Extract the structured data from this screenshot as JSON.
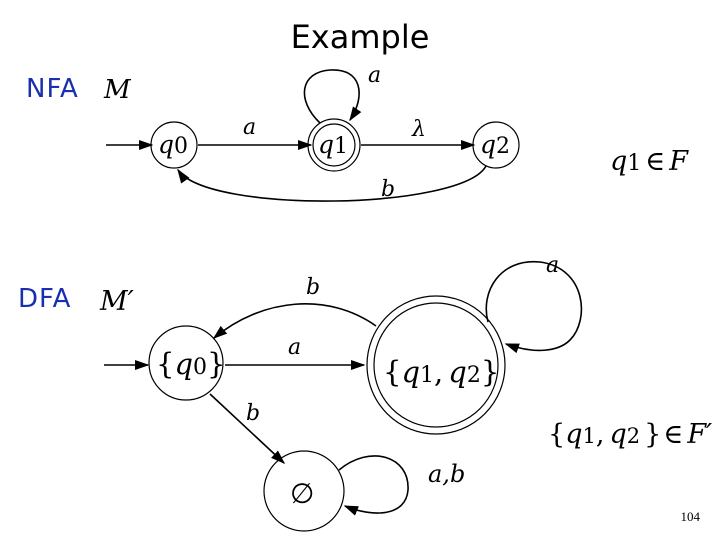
{
  "title": "Example",
  "nfa": {
    "tag": "NFA",
    "machine": "M",
    "states": [
      {
        "name": "q0",
        "base": "q",
        "sub": "0"
      },
      {
        "name": "q1",
        "base": "q",
        "sub": "1"
      },
      {
        "name": "q2",
        "base": "q",
        "sub": "2"
      }
    ],
    "edge_labels": {
      "q0_q1": "a",
      "q1_loop": "a",
      "q1_q2": "λ",
      "q2_q0": "b"
    },
    "final": {
      "base": "q",
      "sub": "1",
      "symbol": "∈",
      "set": "F"
    }
  },
  "dfa": {
    "tag": "DFA",
    "machine": "M′",
    "states": [
      {
        "name": "{q0}",
        "open": "{",
        "parts": [
          {
            "base": "q",
            "sub": "0"
          }
        ],
        "close": "}"
      },
      {
        "name": "{q1, q2}",
        "open": "{",
        "parts": [
          {
            "base": "q",
            "sub": "1"
          },
          {
            "base": "q",
            "sub": "2"
          }
        ],
        "sep": ",",
        "close": "}"
      },
      {
        "name": "∅",
        "symbol": "∅"
      }
    ],
    "edge_labels": {
      "q0_q12": "a",
      "q12_q0": "b",
      "q12_loop": "a",
      "q0_empty": "b",
      "empty_loop": "a,b"
    },
    "final": {
      "open": "{",
      "b1": "q",
      "s1": "1",
      "sep": ",",
      "b2": "q",
      "s2": "2",
      "close": "}",
      "symbol": "∈",
      "set": "F′"
    }
  },
  "page_number": "104"
}
